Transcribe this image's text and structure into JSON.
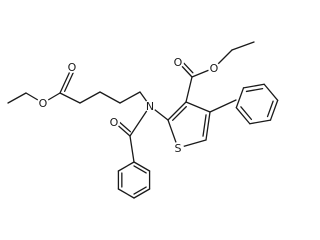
{
  "molecule": {
    "atom_labels": {
      "ester_o_left_carbonyl": "O",
      "ester_o_left_ether": "O",
      "amide_n": "N",
      "ester_o_right_carbonyl": "O",
      "ester_o_right_ether": "O",
      "benzoyl_o": "O",
      "thiophene_s": "S"
    },
    "colors": {
      "bond": "#1a1a1a",
      "background": "#ffffff"
    }
  }
}
